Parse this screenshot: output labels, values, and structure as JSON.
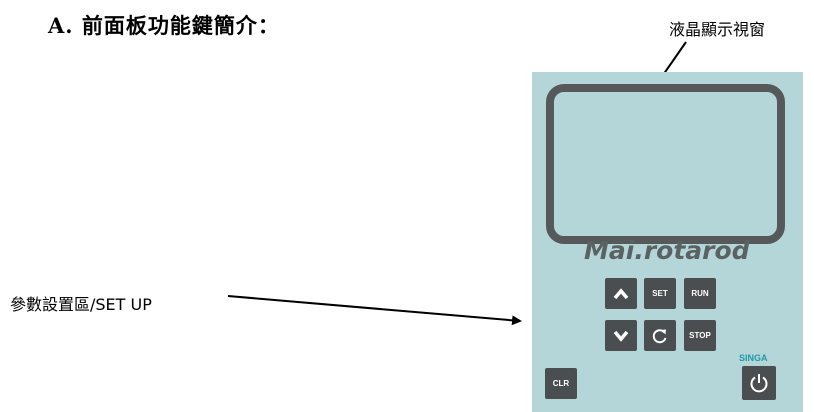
{
  "heading": "A. 前面板功能鍵簡介：",
  "labels": {
    "lcd_window": "液晶顯示視窗",
    "setup_area": "參數設置區/SET UP"
  },
  "panel": {
    "brand": "Mai.rotarod",
    "maker": "SINGA",
    "keys": {
      "up": "up-arrow",
      "set": "SET",
      "run": "RUN",
      "down": "down-arrow",
      "reset": "rotate-arrow",
      "stop": "STOP",
      "clr": "CLR",
      "power": "power-symbol"
    }
  },
  "colors": {
    "panel": "#b5d6d9",
    "keys": "#4a4e50",
    "lcd_frame": "#56595a",
    "brand_text": "#5a6264",
    "maker_text": "#1e9aa6"
  }
}
